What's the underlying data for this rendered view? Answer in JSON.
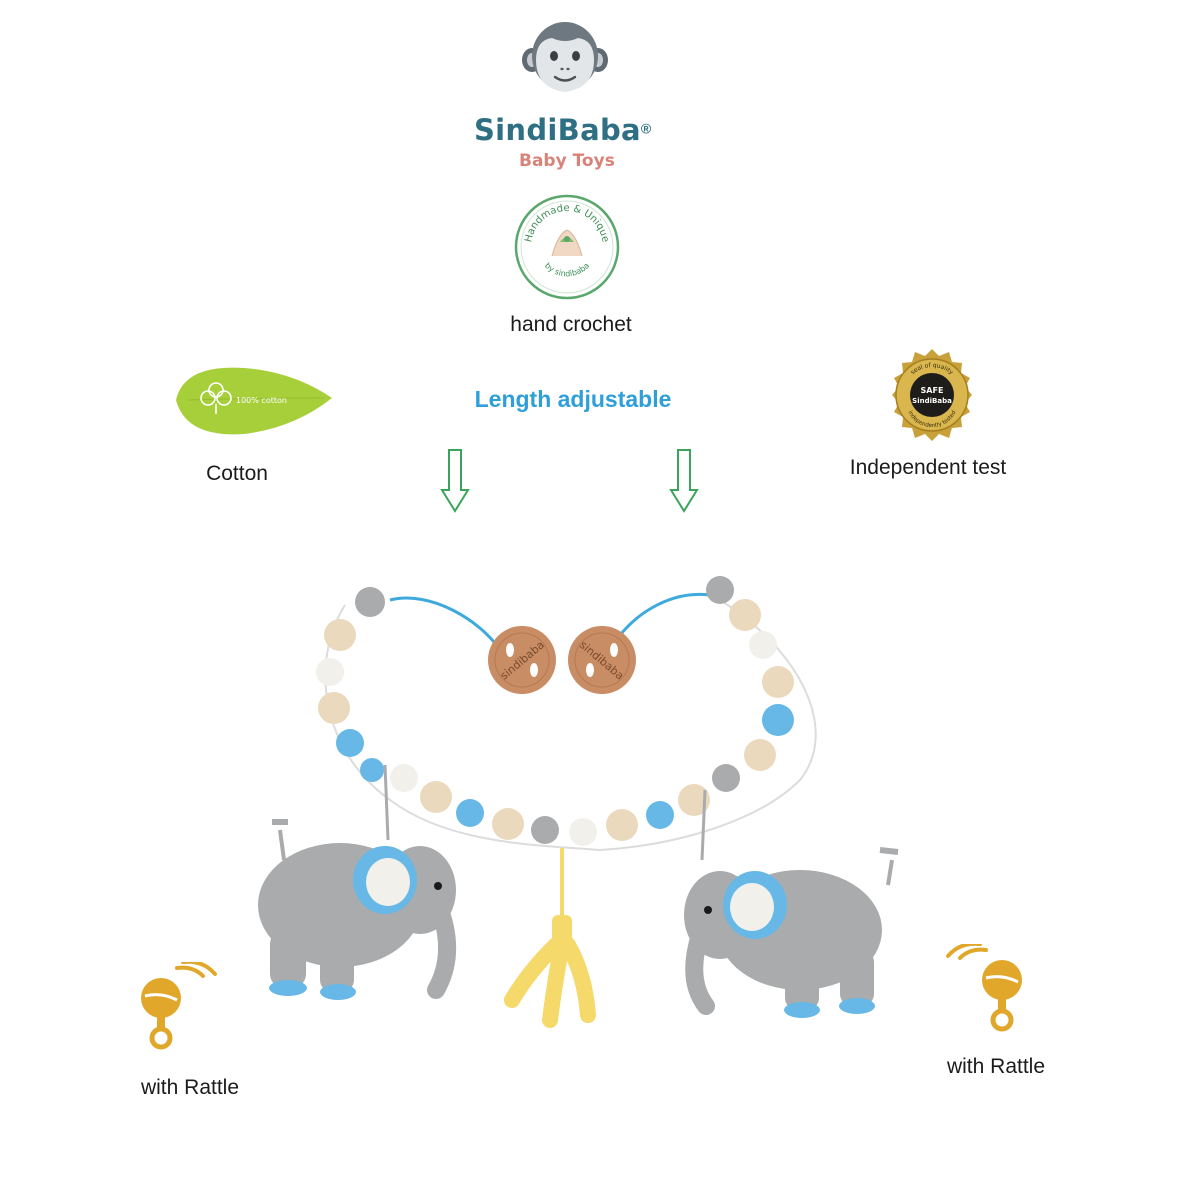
{
  "brand": {
    "name": "SindiBaba",
    "registered_mark": "®",
    "tagline": "Baby Toys",
    "logo_icon": "monkey-face-icon",
    "color_name": "#2f6f83",
    "color_tagline": "#d8837a"
  },
  "handmade_badge": {
    "badge_arc_text": "Handmade & Unique",
    "badge_bottom_text": "by sindibaba",
    "caption": "hand crochet"
  },
  "cotton_badge": {
    "leaf_text": "100% cotton",
    "caption": "Cotton",
    "icon": "cotton-leaf-icon",
    "color": "#a6cf3a"
  },
  "length_feature": {
    "label": "Length adjustable",
    "color": "#2e9fd8",
    "arrow_icon": "arrow-down-outline-icon",
    "arrow_color": "#3aa55a"
  },
  "quality_seal": {
    "top_text": "seal of quality",
    "safe_text": "SAFE",
    "brand_text": "SindiBaba",
    "bottom_text": "independently tested",
    "caption": "Independent test",
    "color": "#c9a13b"
  },
  "product": {
    "clip_text": "sindibaba",
    "colors": {
      "gray": "#a9abac",
      "blue": "#67b8e6",
      "white": "#f2f0ea",
      "wood": "#ead9bd",
      "yellow": "#f5d96a",
      "clip": "#c98d65"
    }
  },
  "rattle_left": {
    "caption": "with Rattle",
    "icon": "rattle-icon"
  },
  "rattle_right": {
    "caption": "with Rattle",
    "icon": "rattle-icon"
  }
}
